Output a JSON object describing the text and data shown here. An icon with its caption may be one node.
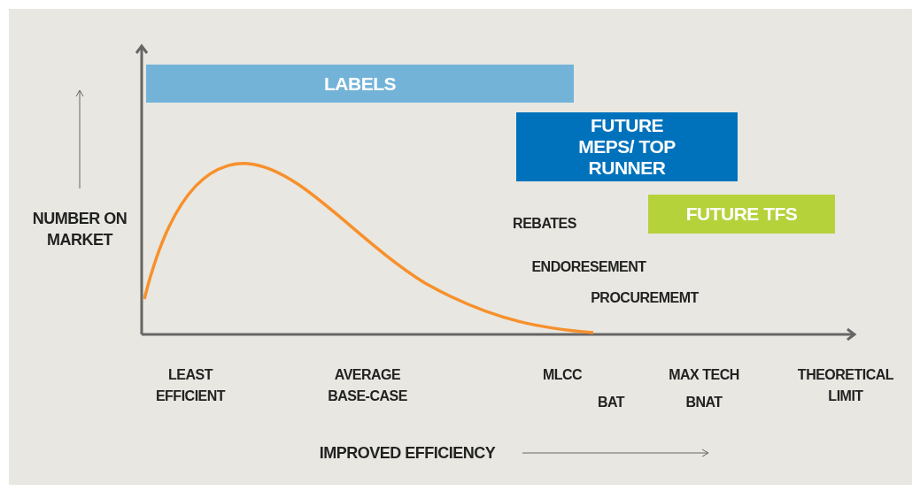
{
  "diagram": {
    "nodes": [
      {
        "text": [
          "LABELS"
        ]
      },
      {
        "text": [
          "FUTURE MEPS/ TOP RUNNER"
        ]
      },
      {
        "text": [
          "FUTURE TFS"
        ]
      }
    ],
    "labels": [
      "NUMBER ON MARKET",
      "REBATES",
      "ENDORESEMENT",
      "PROCUREMEMT",
      "LEAST EFFICIENT",
      "AVERAGE BASE-CASE",
      "MLCC",
      "MAX TECH",
      "THEORETICAL LIMIT",
      "BAT",
      "BNAT",
      "IMPROVED EFFICIENCY"
    ]
  }
}
